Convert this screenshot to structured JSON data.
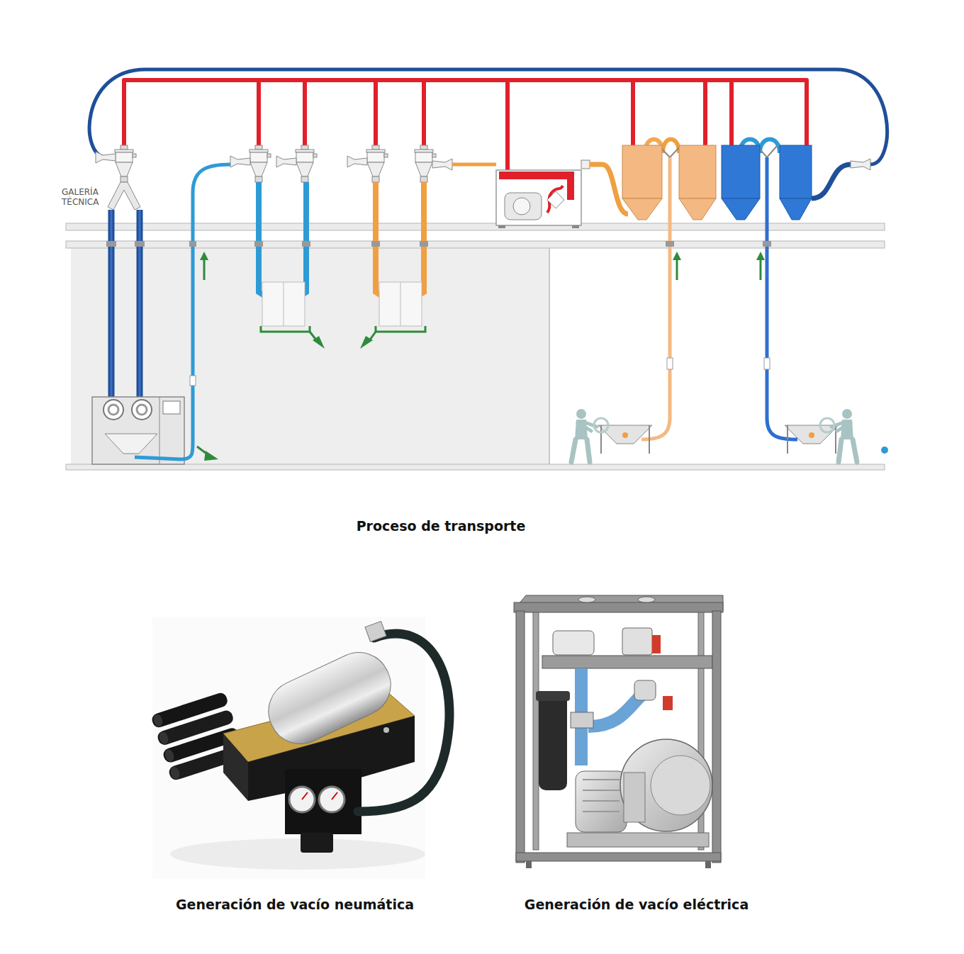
{
  "diagram": {
    "caption": "Proceso de transporte",
    "labels": [
      "GALERÍA TÉCNICA",
      "Generación de vacío neumática",
      "Generación de vacío eléctrica"
    ]
  }
}
